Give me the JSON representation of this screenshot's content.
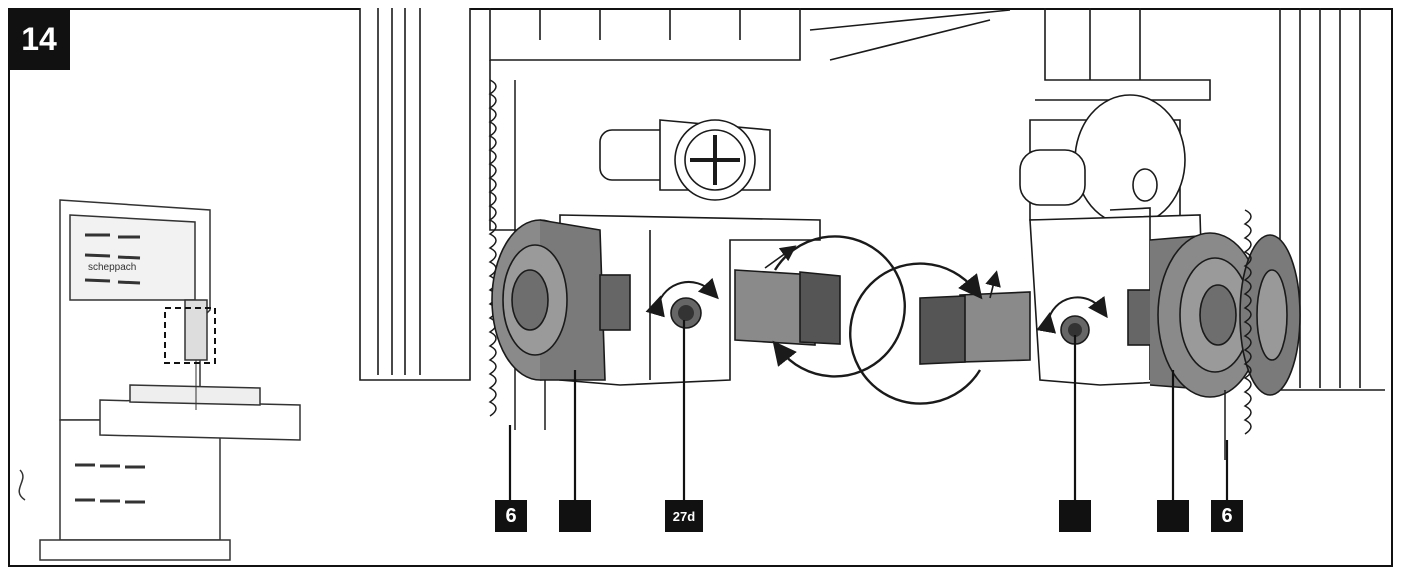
{
  "figure_number": "14",
  "callouts": [
    {
      "id": "blade-left",
      "text": "6"
    },
    {
      "id": "bearing-left",
      "text": ""
    },
    {
      "id": "screw-left",
      "text": "27d"
    },
    {
      "id": "screw-right",
      "text": ""
    },
    {
      "id": "bearing-right",
      "text": ""
    },
    {
      "id": "blade-right",
      "text": "6"
    }
  ],
  "machine_brand": "scheppach",
  "colors": {
    "line": "#1a1a1a",
    "part_fill": "#8a8a8a",
    "part_dark": "#555555",
    "label_bg": "#111111"
  }
}
